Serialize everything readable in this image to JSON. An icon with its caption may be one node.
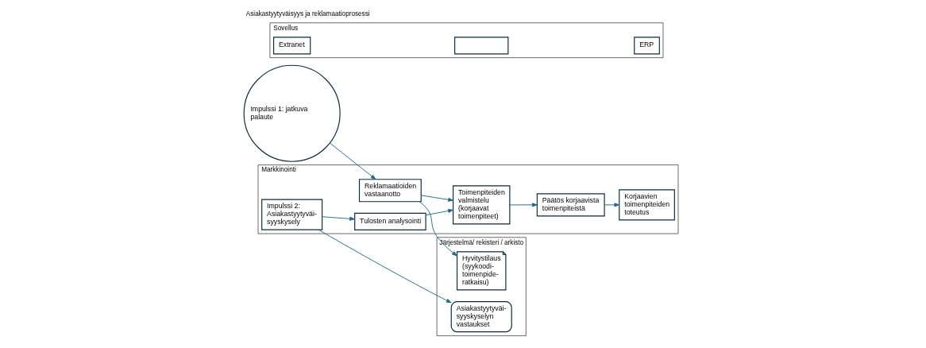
{
  "diagram": {
    "title": "Asiakastyytyväisyys ja reklamaatioprosessi",
    "nodes": [
      {
        "text": [
          "Impulssi 1: jatkuva palaute"
        ]
      },
      {
        "text": [
          "Markkinointi"
        ]
      },
      {
        "text": [
          "Impulssi 2: Asiakastyytyväi- syyskysely"
        ],
        "in": 1
      },
      {
        "text": [
          "Tulosten analysointi"
        ],
        "in": 1
      },
      {
        "text": [
          "Reklamaatioiden vastaanotto"
        ],
        "in": 1
      },
      {
        "text": [
          "Toimenpiteiden valmistelu (korjaavat toimenpiteet)"
        ],
        "in": 1
      },
      {
        "text": [
          "Päätös korjaavista toimenpiteistä"
        ],
        "in": 1
      },
      {
        "text": [
          "Korjaavien toimenpiteiden toteutus"
        ],
        "in": 1
      },
      {
        "text": [
          "Järjestelmä/ rekisteri / arkisto"
        ]
      },
      {
        "text": [
          "Asiakastyytyväi- syyskyselyn vastaukset"
        ],
        "in": 8
      },
      {
        "text": [
          "Hyvitystilaus (syykoodi- toimenpide- ratkaisu)"
        ],
        "in": 8
      },
      {
        "text": [
          "Sovellus"
        ]
      },
      {
        "text": [
          "Extranet"
        ],
        "in": 11
      },
      {
        "text": [],
        "shape": "box",
        "in": 11
      },
      {
        "text": [
          "ERP"
        ],
        "in": 11
      }
    ],
    "edges": [
      {
        "from": 0,
        "to": 4,
        "arrow": "to"
      },
      {
        "from": 2,
        "to": 3,
        "arrow": "to"
      },
      {
        "from": 2,
        "to": 9,
        "arrow": "to"
      },
      {
        "from": 3,
        "to": 5,
        "arrow": "to"
      },
      {
        "from": 4,
        "to": 5,
        "arrow": "to"
      },
      {
        "from": 4,
        "to": 10,
        "arrow": "to"
      },
      {
        "from": 5,
        "to": 6,
        "arrow": "to"
      },
      {
        "from": 6,
        "to": 7,
        "arrow": "to"
      }
    ]
  }
}
